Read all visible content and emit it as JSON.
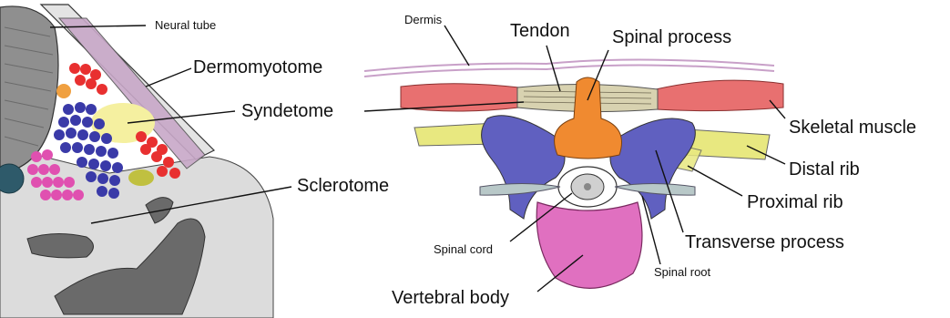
{
  "left_panel": {
    "labels": {
      "neural_tube": "Neural tube",
      "dermomyotome": "Dermomyotome",
      "syndetome": "Syndetome",
      "sclerotome": "Sclerotome"
    }
  },
  "right_panel": {
    "labels": {
      "dermis": "Dermis",
      "tendon": "Tendon",
      "spinal_process": "Spinal process",
      "skeletal_muscle": "Skeletal muscle",
      "distal_rib": "Distal rib",
      "proximal_rib": "Proximal rib",
      "transverse_process": "Transverse process",
      "spinal_cord": "Spinal cord",
      "spinal_root": "Spinal root",
      "vertebral_body": "Vertebral body"
    }
  },
  "colors": {
    "neural_tube": "#8f8f8f",
    "dermomyotome": "#c8a8c8",
    "myotome_cells": "#e83030",
    "syndetome": "#f5f0a0",
    "sclerotome_blue": "#3a3aa8",
    "sclerotome_pink": "#e050b0",
    "notochord": "#2e5a6a",
    "muscle": "#e87070",
    "tendon": "#d8d2b0",
    "spinal_process": "#f08a30",
    "transverse_process": "#6060c0",
    "rib": "#e8e880",
    "vertebral_body": "#e070c0",
    "spinal_root": "#b8c8c8"
  }
}
